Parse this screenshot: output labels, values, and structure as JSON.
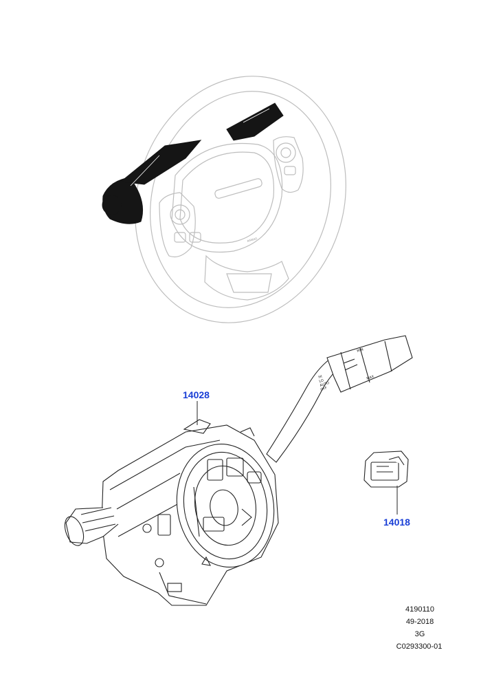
{
  "callouts": [
    {
      "id": "14028",
      "label": "14028"
    },
    {
      "id": "14018",
      "label": "14018"
    }
  ],
  "reference": {
    "line1": "4190110",
    "line2": "49-2018",
    "line3": "3G",
    "line4": "C0293300-01"
  },
  "steering_wheel": {
    "airbag_text": "AIRBAG",
    "stalk_labels": [
      "HI",
      "LO",
      "AUTO",
      "OFF"
    ],
    "wiper_labels": [
      "MIN",
      "MAX"
    ]
  },
  "colors": {
    "callout": "#1a3fd6",
    "lineart": "#222222",
    "faint": "#c8c8c8"
  }
}
